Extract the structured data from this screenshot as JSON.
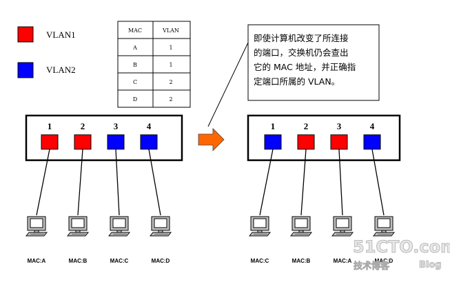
{
  "legend": [
    {
      "label": "VLAN1",
      "color": "#ff0000"
    },
    {
      "label": "VLAN2",
      "color": "#0000ff"
    }
  ],
  "mac_table": {
    "headers": [
      "MAC",
      "VLAN"
    ],
    "rows": [
      [
        "A",
        "1"
      ],
      [
        "B",
        "1"
      ],
      [
        "C",
        "2"
      ],
      [
        "D",
        "2"
      ]
    ]
  },
  "left_switch": {
    "ports": [
      {
        "number": "1",
        "color": "#ff0000"
      },
      {
        "number": "2",
        "color": "#ff0000"
      },
      {
        "number": "3",
        "color": "#0000ff"
      },
      {
        "number": "4",
        "color": "#0000ff"
      }
    ],
    "hosts": [
      "MAC:A",
      "MAC:B",
      "MAC:C",
      "MAC:D"
    ]
  },
  "right_switch": {
    "ports": [
      {
        "number": "1",
        "color": "#0000ff"
      },
      {
        "number": "2",
        "color": "#ff0000"
      },
      {
        "number": "3",
        "color": "#ff0000"
      },
      {
        "number": "4",
        "color": "#0000ff"
      }
    ],
    "hosts": [
      "MAC:C",
      "MAC:B",
      "MAC:A",
      "MAC:D"
    ]
  },
  "arrow_color": "#ff6600",
  "callout": {
    "lines": [
      "即使计算机改变了所连接",
      "的端口，交换机仍会查出",
      "它的 MAC 地址，并正确指",
      "定端口所属的 VLAN。"
    ]
  },
  "watermark": {
    "main": "51CTO.com",
    "sub": "技术博客",
    "blog": "Blog"
  }
}
